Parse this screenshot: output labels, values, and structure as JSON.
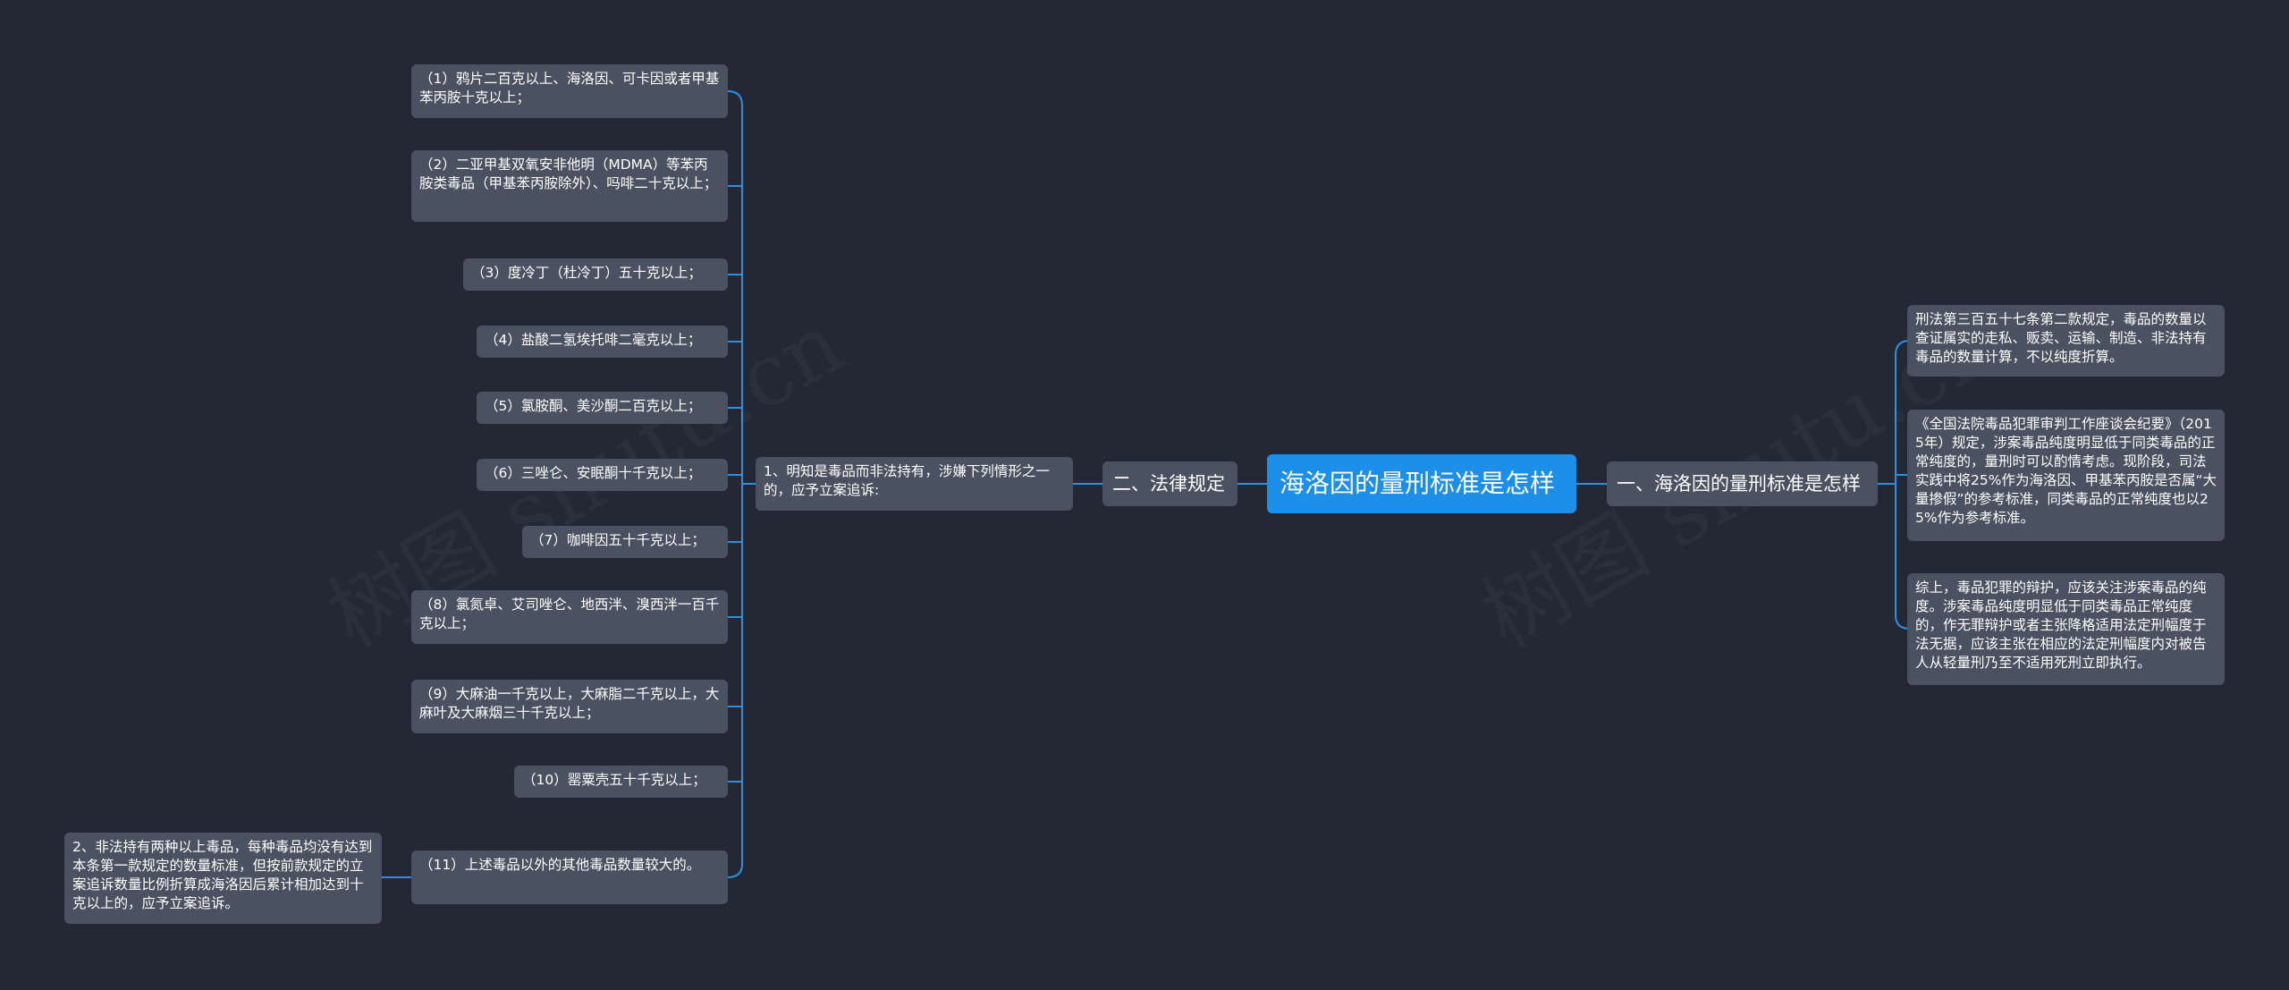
{
  "root": {
    "label": "海洛因的量刑标准是怎样"
  },
  "right_branch": {
    "label": "一、海洛因的量刑标准是怎样",
    "children": [
      "刑法第三百五十七条第二款规定，毒品的数量以查证属实的走私、贩卖、运输、制造、非法持有毒品的数量计算，不以纯度折算。",
      "《全国法院毒品犯罪审判工作座谈会纪要》（2015年）规定，涉案毒品纯度明显低于同类毒品的正常纯度的，量刑时可以酌情考虑。现阶段，司法实践中将25%作为海洛因、甲基苯丙胺是否属“大量掺假”的参考标准，同类毒品的正常纯度也以25%作为参考标准。",
      "综上，毒品犯罪的辩护，应该关注涉案毒品的纯度。涉案毒品纯度明显低于同类毒品正常纯度的，作无罪辩护或者主张降格适用法定刑幅度于法无据，应该主张在相应的法定刑幅度内对被告人从轻量刑乃至不适用死刑立即执行。"
    ]
  },
  "left_branch": {
    "label": "二、法律规定",
    "sub_label": "1、明知是毒品而非法持有，涉嫌下列情形之一的，应予立案追诉:",
    "items": [
      "（1）鸦片二百克以上、海洛因、可卡因或者甲基苯丙胺十克以上；",
      "（2）二亚甲基双氧安非他明（MDMA）等苯丙胺类毒品（甲基苯丙胺除外）、吗啡二十克以上；",
      "（3）度冷丁（杜冷丁）五十克以上；",
      "（4）盐酸二氢埃托啡二毫克以上；",
      "（5）氯胺酮、美沙酮二百克以上；",
      "（6）三唑仑、安眠酮十千克以上；",
      "（7）咖啡因五十千克以上；",
      "（8）氯氮卓、艾司唑仑、地西泮、溴西泮一百千克以上；",
      "（9）大麻油一千克以上，大麻脂二千克以上，大麻叶及大麻烟三十千克以上；",
      "（10）罂粟壳五十千克以上；",
      "（11）上述毒品以外的其他毒品数量较大的。"
    ],
    "item11_child": "2、非法持有两种以上毒品，每种毒品均没有达到本条第一款规定的数量标准，但按前款规定的立案追诉数量比例折算成海洛因后累计相加达到十克以上的，应予立案追诉。"
  },
  "watermark": {
    "text": "树图 shutu.cn"
  },
  "colors": {
    "background": "#242834",
    "node": "#4a5160",
    "root": "#1d8fe8",
    "connector": "#2d8fe0",
    "text": "#ffffff"
  }
}
